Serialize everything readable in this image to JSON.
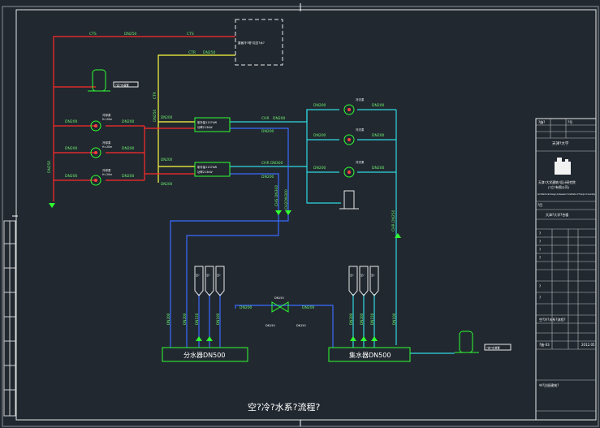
{
  "drawing": {
    "title": "空?冷?水系?流程?",
    "colors": {
      "background": "#212830",
      "frame": "#ffffff",
      "cooling_supply": "#ff2a2a",
      "cooling_return": "#ffff40",
      "chilled_return": "#3a6cff",
      "chilled_supply": "#30d8e0",
      "equipment": "#30ff30"
    },
    "pipe_labels": {
      "cts": "CTS",
      "ctr": "CTR",
      "chs": "CHS",
      "chr": "CHR",
      "dn250": "DN250",
      "dn200": "DN200",
      "dn300": "DN300",
      "dn150": "DN150",
      "dn100": "DN100",
      "chs_dn300": "CHS DN300",
      "chr_dn300": "CHR DN300",
      "ch2_dn300": "CH2DN300",
      "ch5_dn300": "CH5 DN300",
      "chr_dn250": "CHR DN250"
    },
    "equipment": {
      "cooling_tower": "屋面冷?塔?见空?水?",
      "expansion_tank_top": "?定?水装置",
      "expansion_tank_right": "?定?水装置",
      "supply_header": "分水器DN500",
      "return_header": "集水器DN500",
      "chiller_1": "制冷量1137kW",
      "chiller_2": "制冷量1137kW",
      "chiller_power": "功率213kW",
      "cooling_pump_1": "冷却泵",
      "cooling_pump_2": "冷却泵",
      "cooling_pump_3": "冷却泵",
      "chilled_pump_1": "冷冻泵",
      "chilled_pump_2": "冷冻泵",
      "chilled_pump_3": "冷冻泵",
      "water_treatment": "水?理器",
      "bypass_valve": "DN150",
      "pump_spec": "H=20m"
    },
    "branches": [
      "DN200",
      "DN200",
      "DN150",
      "DN100"
    ],
    "branch_tags_left": [
      "空?",
      "空?",
      "空?"
    ],
    "branch_tags_right": [
      "空?",
      "空?",
      "空?"
    ],
    "title_block": {
      "rows": [
        "?施?",
        "?号",
        "天津?大学"
      ],
      "company": "天津?大学建筑?设计研究院",
      "company_sub": "(?立?有限公司)",
      "company_en": "Architectural Design & Research Institute of Tianjin University",
      "project_label": "?目",
      "project": "天津?大学?合楼",
      "info_rows": [
        "?",
        "?",
        "?",
        "?",
        "?",
        "?"
      ],
      "sheet_title": "空?冷?水系?流程?",
      "sheet_no": "?施-03",
      "date": "2012.05",
      "stamp": "中?注册建筑?"
    }
  }
}
